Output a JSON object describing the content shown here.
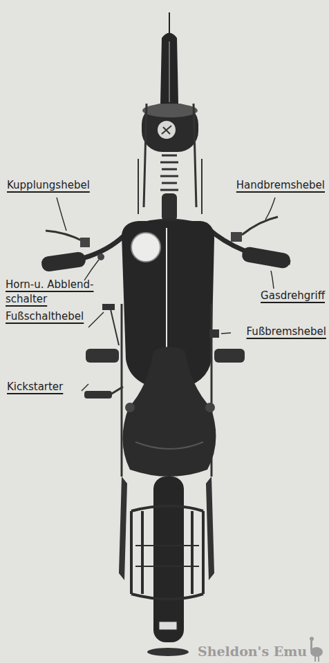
{
  "diagram": {
    "labels": [
      "Kupplungshebel",
      "Handbremshebel",
      "Horn-u. Abblend- schalter",
      "Gasdrehgriff",
      "Fußschalthebel",
      "Fußbremshebel",
      "Kickstarter",
      "Sheldon's Emu"
    ]
  }
}
